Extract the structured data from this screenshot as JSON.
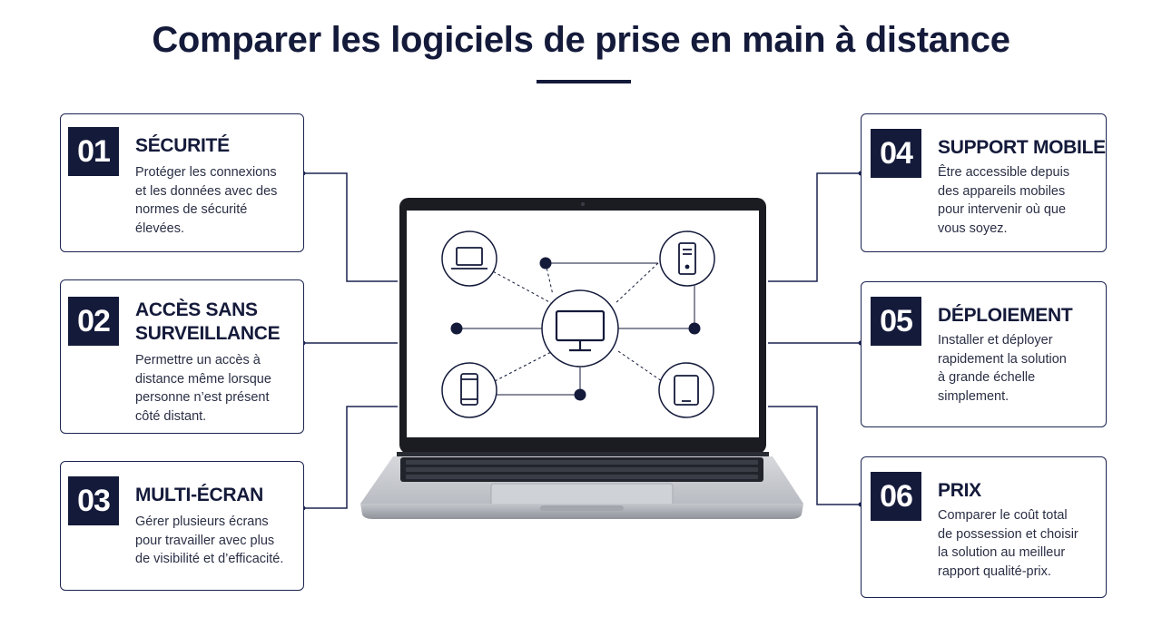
{
  "title": "Comparer les logiciels de prise en main à distance",
  "cards": [
    {
      "number": "01",
      "title": "SÉCURITÉ",
      "desc_lines": [
        "Protéger les connexions",
        "et les données avec des",
        "normes de sécurité",
        "élevées."
      ]
    },
    {
      "number": "02",
      "title_lines": [
        "ACCÈS SANS",
        "SURVEILLANCE"
      ],
      "desc_lines": [
        "Permettre un accès à",
        "distance même lorsque",
        "personne n’est présent",
        "côté distant."
      ]
    },
    {
      "number": "03",
      "title": "MULTI-ÉCRAN",
      "desc_lines": [
        "Gérer plusieurs écrans",
        "pour travailler avec plus",
        "de visibilité et d’efficacité."
      ]
    },
    {
      "number": "04",
      "title": "SUPPORT MOBILE",
      "desc_lines": [
        "Être accessible depuis",
        "des appareils mobiles",
        "pour intervenir où que",
        "vous soyez."
      ]
    },
    {
      "number": "05",
      "title": "DÉPLOIEMENT",
      "desc_lines": [
        "Installer et déployer",
        "rapidement la solution",
        "à grande échelle",
        "simplement."
      ]
    },
    {
      "number": "06",
      "title": "PRIX",
      "desc_lines": [
        "Comparer le coût total",
        "de possession et choisir",
        "la solution au meilleur",
        "rapport qualité-prix."
      ]
    }
  ],
  "screen_icons": [
    "laptop-icon",
    "server-tower-icon",
    "monitor-icon",
    "smartphone-icon",
    "tablet-icon"
  ],
  "colors": {
    "navy": "#141a3a",
    "border": "#1b2350",
    "laptop_body": "#c9ccd1"
  }
}
